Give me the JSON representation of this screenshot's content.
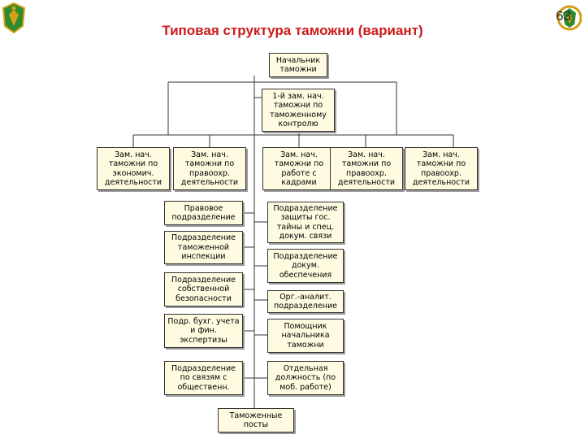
{
  "page": {
    "title": "Типовая структура таможни (вариант)",
    "page_number": "63"
  },
  "colors": {
    "title": "#cc1a1a",
    "box_fill": "#fffbe0",
    "emblem_green": "#2e8b2e",
    "emblem_gold": "#d4a017"
  },
  "emblems": [
    "customs-emblem-icon",
    "customs-emblem-icon"
  ],
  "org": {
    "head": "Начальник\nтаможни",
    "first_deputy": "1-й зам. нач.\nтаможни по\nтаможенному\nконтролю",
    "deputies": [
      "Зам. нач.\nтаможни по\nэкономич.\nдеятельности",
      "Зам. нач.\nтаможни по\nправоохр.\nдеятельности",
      "Зам. нач.\nтаможни по\nработе с\nкадрами",
      "Зам. нач.\nтаможни по\nправоохр.\nдеятельности",
      "Зам. нач.\nтаможни по\nправоохр.\nдеятельности"
    ],
    "left_units": [
      "Правовое\nподразделение",
      "Подразделение\nтаможенной\nинспекции",
      "Подразделение\nсобственной\nбезопасности",
      "Подр. бухг. учета\nи фин.\nэкспертизы",
      "Подразделение\nпо связям с\nобщественн."
    ],
    "right_units": [
      "Подразделение\nзащиты гос.\nтайны и спец.\nдокум. связи",
      "Подразделение\nдокум.\nобеспечения",
      "Орг.-аналит.\nподразделение",
      "Помощник\nначальника\nтаможни",
      "Отдельная\nдолжность (по\nмоб. работе)"
    ],
    "posts": "Таможенные\nпосты"
  }
}
